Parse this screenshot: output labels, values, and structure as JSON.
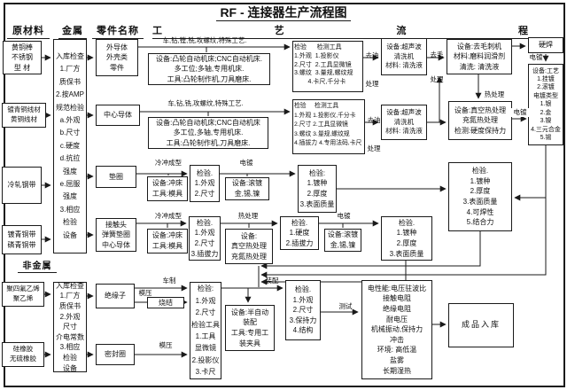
{
  "title": "RF - 连接器生产流程图",
  "headers": {
    "raw_materials": "原材料",
    "metal": "金属",
    "part_names": "零件名称",
    "process": [
      "工",
      "艺",
      "流",
      "程"
    ],
    "nonmetal": "非金属"
  },
  "raw": {
    "brass_rod": "黄铜棒\n不锈钢\n型 材",
    "bronze_wire": "镀青铜线材\n黄铜线材",
    "steel_strip": "冷轧钢带",
    "bronze_strip": "镀青铜带\n磷青铜带",
    "ptfe": "聚四氟乙烯\n聚乙烯",
    "rubber": "硅橡胶\n无硫橡胶"
  },
  "checks": {
    "metal": "入库检查\n1.厂方\n质保书\n2.按AMP\n规范检验\na.外观\nb.尺寸\nc.硬度\nd.抗拉\n强度\ne.屈服\n强度\n3.相应\n检验\n设备",
    "nonmetal": "入库检查\n1.厂方\n质保书\n2.外观\n尺寸\n介电常数\n3.相应\n检验\n设备"
  },
  "parts": {
    "outer": "外导体\n外壳类\n零件",
    "center": "中心导体",
    "washer": "垫圈",
    "contact": "接触头\n弹簧垫圈\n中心导体",
    "insulator": "绝缘子",
    "seal": "密封圈"
  },
  "row1": {
    "machining": "车,钻,镗,铣,攻螺纹,特殊工艺.",
    "equipment": "设备:凸轮自动机床;CNC自动机床.\n多工位;多轴,专用机床.\n工具:凸轮制作机,刀具磨床.",
    "inspection": "检验      检测工具\n1.外观  1.投影仪\n2.尺寸  2.工具显微镜\n3.螺纹  3.量规,螺纹规\n        4.卡尺,千分卡",
    "degrease": "去油\n处理",
    "ultrasonic": "设备:超声波\n清洗机\n材料: 清洗液",
    "deburr_label": "去毛\n处理",
    "deburr": "设备:去毛刺机\n材料:磨料润滑剂\n清洗: 清洗液",
    "braze": "硬焊",
    "plating_label": "电镀",
    "plating": "设备:工艺\n1.挂镀\n2.滚镀\n电镀类型\n1.银\n2.金\n3.镍\n4.三元合金\n5.锡"
  },
  "row2": {
    "machining": "车,钻,铣,攻螺纹,特殊工艺.",
    "equipment": "设备:凸轮自动机床;CNC自动机床\n多工位,多轴,专用机床.\n工具:凸轮制作机,刀具磨床.",
    "inspection": "检验     检测工具\n1.外观 1.投影仪,千分卡\n2.尺寸 2.工具显微镜\n3.螺纹 3.量规,螺纹规\n4.插拔力 4.专用法码,卡尺",
    "degrease": "去油\n处理",
    "ultrasonic": "设备:超声波\n清洗机\n材料: 清洗液",
    "heat_label": "热处理",
    "heat": "设备:真空热处理\n充氮热处理\n检测:硬度保持力",
    "plating_label": "电镀"
  },
  "row3": {
    "stamping": "冷冲成型",
    "equipment": "设备:冲床\n工具:模具",
    "inspection1": "检验.\n1.外观\n2.尺寸",
    "plating_label": "电镀",
    "plating": "设备:滚镀\n金,锡,镍",
    "inspection2": "检验:\n1.镀种\n2.厚度\n3.表面质量"
  },
  "plating_inspection": "检验.\n1.镀种\n2.厚度\n3.表面质量\n4.可焊性\n5.结合力",
  "row4": {
    "stamping": "冷冲成型",
    "equipment": "设备:冲床\n工具:模具",
    "inspection1": "检验.\n1.外观\n2.尺寸\n3.插拔力",
    "heat_label": "热处理",
    "heat": "设备:\n真空热处理\n充氮热处理",
    "inspection2": "检验.\n1.硬度\n2.插拔力",
    "plating_label": "电镀",
    "plating": "设备:滚镀\n金,锡,镍",
    "inspection3": "检验.\n1.镀种\n2.厚度\n3.表面质量"
  },
  "bottom": {
    "turning": "车制",
    "molding1": "模压",
    "sintering": "烧结",
    "molding2": "模压",
    "inspection": "检验:\n1.外观\n2.尺寸\n检验工具\n1.工具\n显微镜\n2.投影仪\n3.卡尺",
    "assembly_label": "装配",
    "assembly": "设备:半自动\n装配\n工具:专用工\n装夹具",
    "final_inspection": "检验.\n1.外观\n2.尺寸\n3.保持力\n4.结构",
    "test_label": "测试",
    "test": "电性能:电压驻波比\n接触电阻\n绝缘电阻\n耐电压\n机械振动,保持力\n冲击\n环境:   高低温\n盐雾\n长期湿热",
    "warehouse": "成品入库"
  },
  "colors": {
    "line": "#1a1a1a",
    "background": "#ffffff"
  }
}
